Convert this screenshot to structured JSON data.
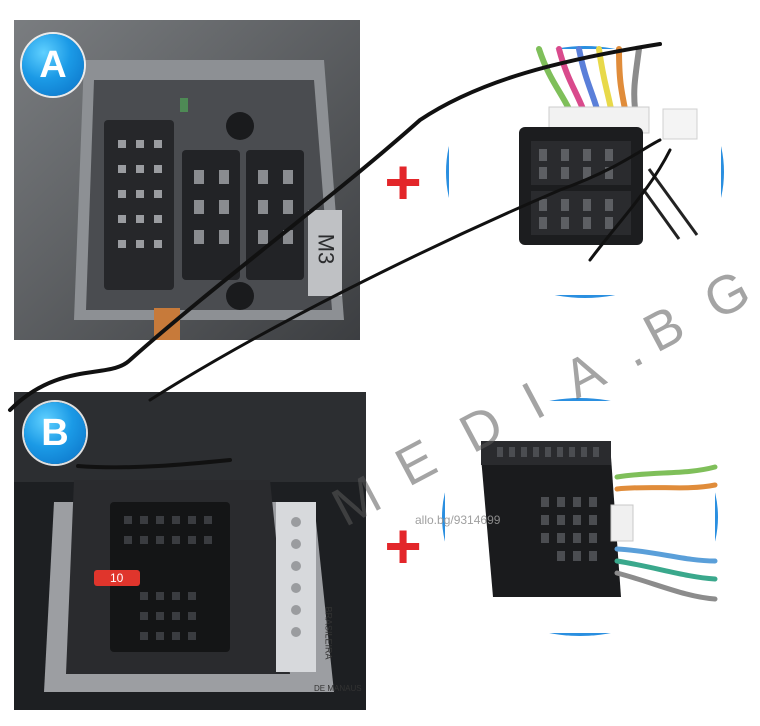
{
  "badges": {
    "a_label": "A",
    "b_label": "B"
  },
  "plus_signs": {
    "top": "+",
    "bottom": "+"
  },
  "photo_a": {
    "connector_marking": "M3"
  },
  "photo_b": {
    "fuse_label": "10",
    "country_text": "BRASILEIRA",
    "city_text": "DE MANAUS"
  },
  "circle_b": {
    "seller_text": "allo.bg/9314699"
  },
  "watermark": {
    "letters": [
      "M",
      "E",
      "D",
      "I",
      "A",
      ".",
      "B",
      "G"
    ]
  },
  "colors": {
    "badge_blue": "#1b9ae6",
    "plus_red": "#e3262a",
    "circle_border": "#2a8fe0"
  }
}
